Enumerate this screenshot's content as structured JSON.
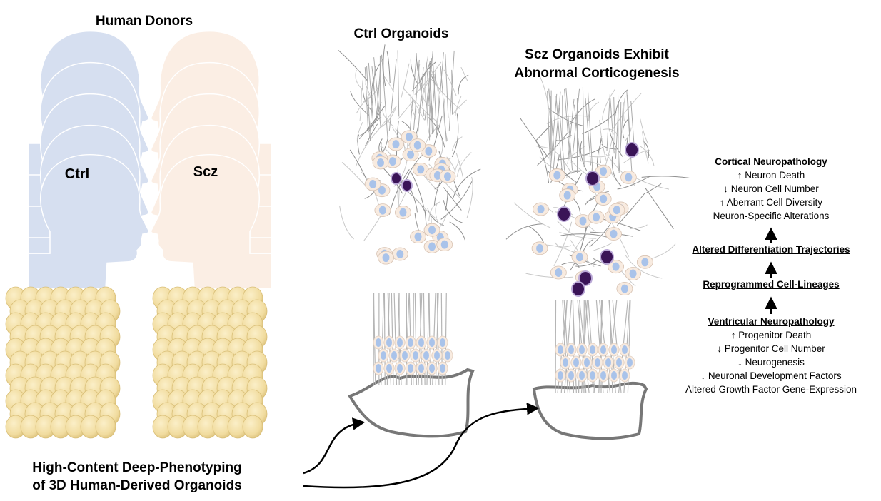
{
  "titles": {
    "donors": "Human Donors",
    "ctrl_donor": "Ctrl",
    "scz_donor": "Scz",
    "ctrl_organoids": "Ctrl Organoids",
    "scz_organoids_line1": "Scz Organoids Exhibit",
    "scz_organoids_line2": "Abnormal Corticogenesis",
    "method_line1": "High-Content Deep-Phenotyping",
    "method_line2": "of 3D Human-Derived Organoids"
  },
  "pathology": {
    "cortical": {
      "heading": "Cortical Neuropathology",
      "items": [
        "↑ Neuron Death",
        "↓ Neuron Cell Number",
        "↑ Aberrant Cell Diversity",
        "Neuron-Specific Alterations"
      ]
    },
    "differentiation": {
      "heading": "Altered Differentiation Trajectories"
    },
    "lineages": {
      "heading": "Reprogrammed Cell-Lineages"
    },
    "ventricular": {
      "heading": "Ventricular Neuropathology",
      "items": [
        "↑ Progenitor Death",
        "↓ Progenitor Cell Number",
        "↓ Neurogenesis",
        "↓ Neuronal Development Factors",
        "Altered Growth Factor Gene-Expression"
      ]
    }
  },
  "colors": {
    "ctrl_head": "#d6dff0",
    "scz_head": "#fbeee4",
    "organoid": "#f3dfa6",
    "organoid_edge": "#d9bf78",
    "cell_body": "#f8ebe0",
    "nucleus": "#a9c3ea",
    "dead_cell": "#3a1457",
    "dendrite": "#8f8f8f"
  }
}
